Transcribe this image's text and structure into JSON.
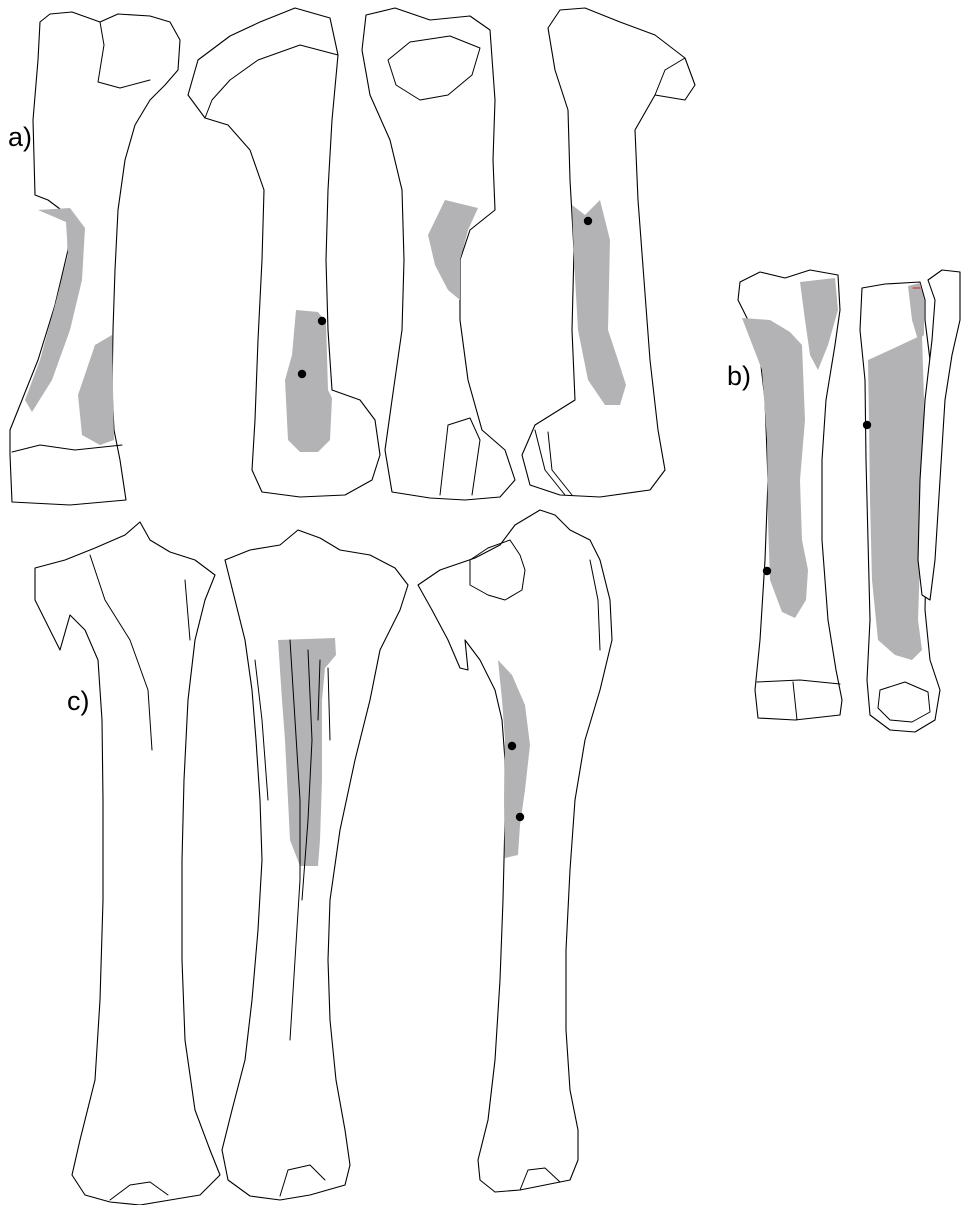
{
  "figure": {
    "panels": [
      {
        "id": "a",
        "label": "a)",
        "views": 4
      },
      {
        "id": "b",
        "label": "b)",
        "views": 2
      },
      {
        "id": "c",
        "label": "c)",
        "views": 3
      }
    ]
  },
  "colors": {
    "outline": "#000000",
    "shading": "#b3b3b5",
    "marker": "#000000",
    "background": "#ffffff",
    "accent_tick": "#e02020"
  }
}
